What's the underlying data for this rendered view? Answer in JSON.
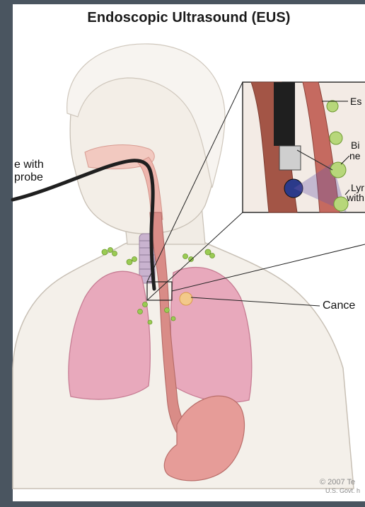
{
  "title": "Endoscopic Ultrasound (EUS)",
  "labels": {
    "probe_line1": "e with",
    "probe_line2": "probe",
    "inset_top": "Es",
    "inset_bi_line1": "Bi",
    "inset_bi_line2": "ne",
    "inset_ly_line1": "Lyr",
    "inset_ly_line2": "with",
    "cancer": "Cance"
  },
  "copyright": {
    "line1": "© 2007 Te",
    "line2": "U.S. Govt. h"
  },
  "colors": {
    "background": "#4a5560",
    "skin": "#f3efe9",
    "lung": "#e7a6bb",
    "esophagus": "#d68a86",
    "node": "#9acb53",
    "endoscope": "#1f1f1f"
  }
}
